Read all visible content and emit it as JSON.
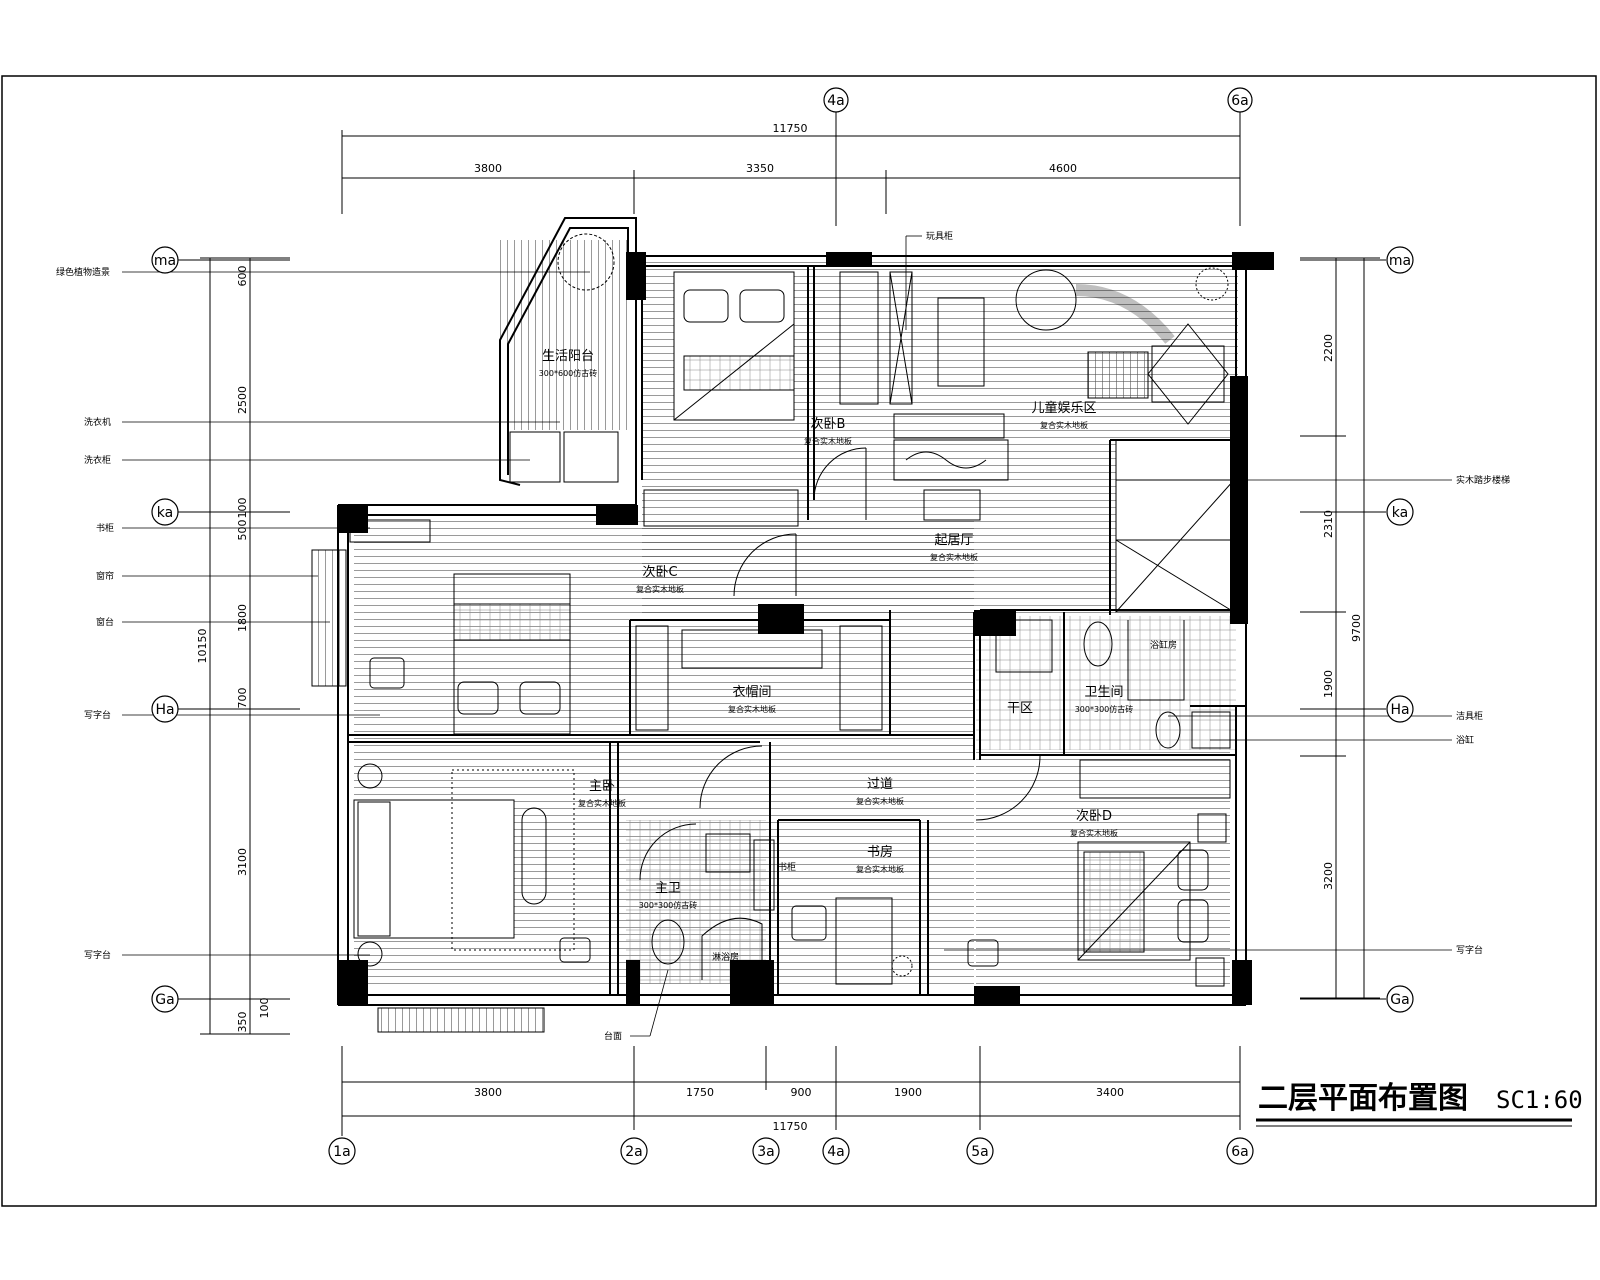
{
  "title": "二层平面布置图",
  "scale": "SC1:60",
  "axes": {
    "top": [
      "4a",
      "6a"
    ],
    "bottom": [
      "1a",
      "2a",
      "3a",
      "4a",
      "5a",
      "6a"
    ],
    "left": [
      "ma",
      "ka",
      "Ha",
      "Ga"
    ],
    "right": [
      "ma",
      "ka",
      "Ha",
      "Ga"
    ]
  },
  "dims": {
    "top_total": "11750",
    "top": [
      "3800",
      "3350",
      "4600"
    ],
    "bottom": [
      "3800",
      "1750",
      "900",
      "1900",
      "3400"
    ],
    "bottom_total": "11750",
    "left_outer": "10150",
    "left": [
      "600",
      "2500",
      "100",
      "500",
      "1800",
      "700",
      "3100",
      "100",
      "350"
    ],
    "right_outer": "9700",
    "right": [
      "2200",
      "2310",
      "1900",
      "3200"
    ]
  },
  "rooms": {
    "balcony": {
      "name": "生活阳台",
      "sub": "300*600仿古砖"
    },
    "bedroom_b": {
      "name": "次卧B",
      "sub": "复合实木地板"
    },
    "kids": {
      "name": "儿童娱乐区",
      "sub": "复合实木地板"
    },
    "living": {
      "name": "起居厅",
      "sub": "复合实木地板"
    },
    "bedroom_c": {
      "name": "次卧C",
      "sub": "复合实木地板"
    },
    "cloak": {
      "name": "衣帽间",
      "sub": "复合实木地板"
    },
    "wash": {
      "name": "干区"
    },
    "bath": {
      "name": "卫生间",
      "sub": "300*300仿古砖"
    },
    "master": {
      "name": "主卧",
      "sub": "复合实木地板"
    },
    "corridor": {
      "name": "过道",
      "sub": "复合实木地板"
    },
    "bedroom_d": {
      "name": "次卧D",
      "sub": "复合实木地板"
    },
    "master_bath": {
      "name": "主卫",
      "sub": "300*300仿古砖"
    },
    "study": {
      "name": "书房",
      "sub": "复合实木地板"
    }
  },
  "tags": {
    "left": [
      "绿色植物造景",
      "洗衣机",
      "洗衣柜",
      "书柜",
      "窗帘",
      "窗台",
      "写字台",
      "写字台"
    ],
    "right": [
      "实木踏步楼梯",
      "洁具柜",
      "浴缸",
      "写字台"
    ],
    "top": "玩具柜",
    "bottom": "台面",
    "shelf": "书柜",
    "shower": "淋浴房",
    "bathtub": "浴缸房"
  },
  "colors": {
    "line": "#000000",
    "paper": "#ffffff"
  }
}
